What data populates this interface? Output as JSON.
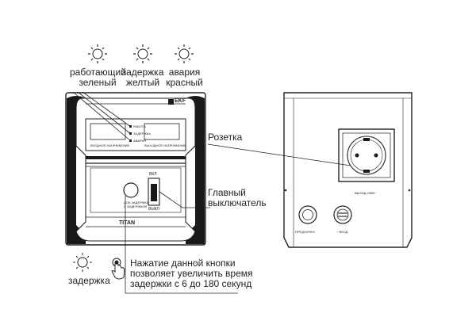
{
  "indicators": {
    "working": {
      "line1": "работающий",
      "line2": "зеленый"
    },
    "delay": {
      "line1": "задержка",
      "line2": "желтый"
    },
    "alarm": {
      "line1": "авария",
      "line2": "красный"
    }
  },
  "front": {
    "brand": "EKF",
    "model": "TITAN",
    "input_voltage_label": "ВХОДНОЕ НАПРЯЖЕНИЕ",
    "output_voltage_label": "ВЫХОДНОЕ НАПРЯЖЕНИЕ",
    "led_labels": [
      "РАБОТА",
      "ЗАДЕРЖКА",
      "АВАРИЯ"
    ],
    "switch_on": "ВКЛ",
    "switch_off": "ВЫКЛ",
    "delay_button_caption": [
      "ДОЛ.ЗАДЕРЖКА",
      "С ЗАДЕРЖКОЙ"
    ]
  },
  "back": {
    "output_label": "ВЫХОД 230В~",
    "fuse_label": "ПРЕДОХРАН.",
    "input_label": "~ ВХОД"
  },
  "callouts": {
    "socket": "Розетка",
    "main_switch": {
      "line1": "Главный",
      "line2": "выключатель"
    },
    "delay_button": "задержка",
    "note": {
      "line1": "Нажатие данной кнопки",
      "line2": "позволяет увеличить время",
      "line3": "задержки с 6 до 180 секунд"
    }
  },
  "colors": {
    "line": "#222222",
    "panel": "#ffffff",
    "dark": "#1a1a1a"
  }
}
